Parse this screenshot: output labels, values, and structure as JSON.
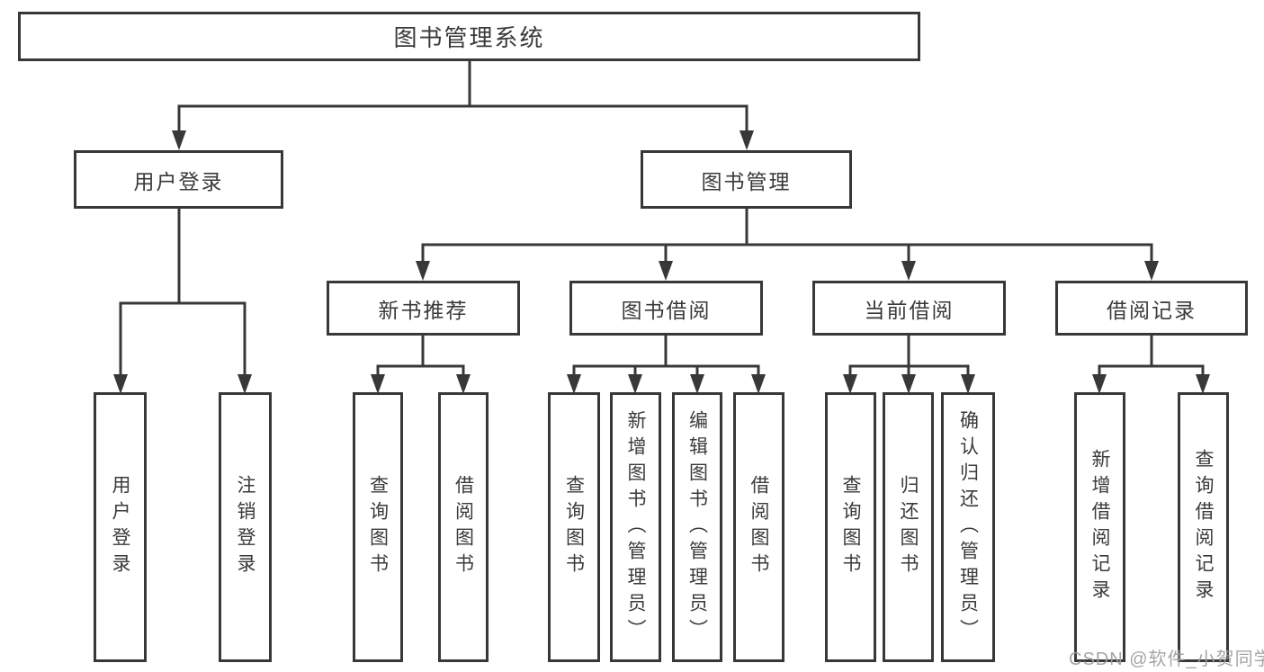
{
  "diagram": {
    "root": {
      "label": "图书管理系统"
    },
    "branches": [
      {
        "label": "用户登录",
        "children": [
          {
            "label": "用户登录"
          },
          {
            "label": "注销登录"
          }
        ]
      },
      {
        "label": "图书管理",
        "children": [
          {
            "label": "新书推荐",
            "children": [
              {
                "label": "查询图书"
              },
              {
                "label": "借阅图书"
              }
            ]
          },
          {
            "label": "图书借阅",
            "children": [
              {
                "label": "查询图书"
              },
              {
                "label": "新增图书（管理员）"
              },
              {
                "label": "编辑图书（管理员）"
              },
              {
                "label": "借阅图书"
              }
            ]
          },
          {
            "label": "当前借阅",
            "children": [
              {
                "label": "查询图书"
              },
              {
                "label": "归还图书"
              },
              {
                "label": "确认归还（管理员）"
              }
            ]
          },
          {
            "label": "借阅记录",
            "children": [
              {
                "label": "新增借阅记录"
              },
              {
                "label": "查询借阅记录"
              }
            ]
          }
        ]
      }
    ]
  },
  "watermark": {
    "text": "CSDN @软件_小贺同学"
  },
  "colors": {
    "line": "#383838",
    "text": "#3a3a3a",
    "watermark": "#9e9e9e",
    "background": "#ffffff"
  }
}
